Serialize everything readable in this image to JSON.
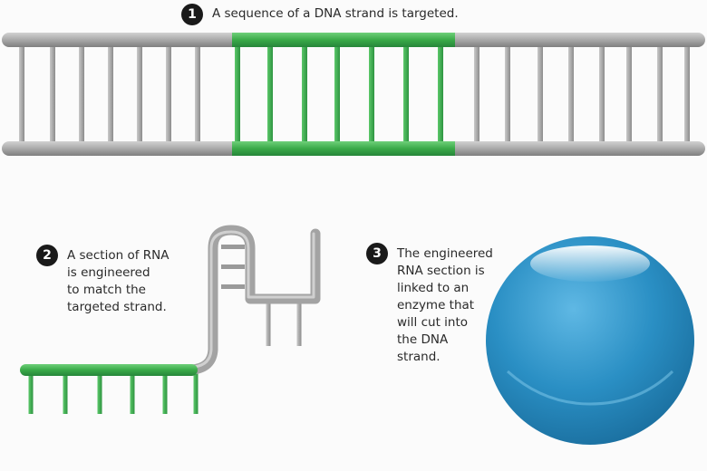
{
  "steps": [
    {
      "number": "1",
      "caption": "A sequence of a DNA strand is targeted."
    },
    {
      "number": "2",
      "caption": "A section of RNA\nis engineered\nto match the\ntargeted strand."
    },
    {
      "number": "3",
      "caption": "The engineered\nRNA section is\nlinked to an\nenzyme that\nwill cut into\nthe DNA\nstrand."
    }
  ],
  "colors": {
    "strand_gray": "#a6a6a6",
    "target_green": "#3aaa48",
    "enzyme_blue": "#2a8fc4",
    "badge": "#1a1a1a"
  }
}
